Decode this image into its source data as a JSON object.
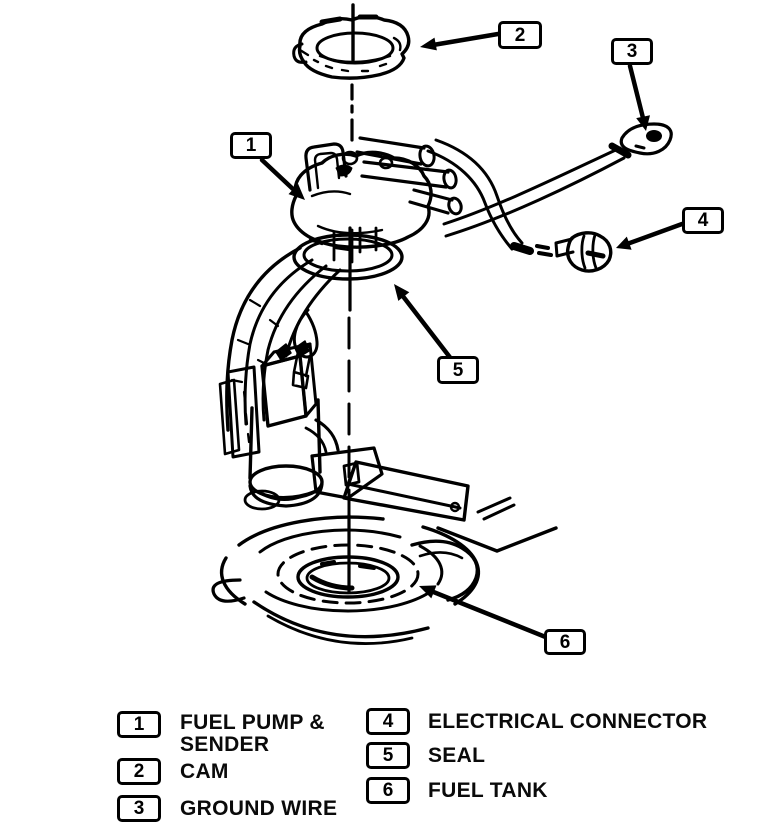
{
  "figure": {
    "subject": "Fuel pump and sender assembly installed in fuel tank - exploded parts view",
    "ink_color": "#000000",
    "paper_color": "#ffffff"
  },
  "callouts": [
    {
      "num": "1",
      "part": "fuel-pump-and-sender"
    },
    {
      "num": "2",
      "part": "cam"
    },
    {
      "num": "3",
      "part": "ground-wire"
    },
    {
      "num": "4",
      "part": "electrical-connector"
    },
    {
      "num": "5",
      "part": "seal"
    },
    {
      "num": "6",
      "part": "fuel-tank"
    }
  ],
  "legend": {
    "items": [
      {
        "num": "1",
        "lines": [
          "FUEL PUMP &",
          "SENDER"
        ]
      },
      {
        "num": "2",
        "lines": [
          "CAM"
        ]
      },
      {
        "num": "3",
        "lines": [
          "GROUND WIRE"
        ]
      },
      {
        "num": "4",
        "lines": [
          "ELECTRICAL CONNECTOR"
        ]
      },
      {
        "num": "5",
        "lines": [
          "SEAL"
        ]
      },
      {
        "num": "6",
        "lines": [
          "FUEL TANK"
        ]
      }
    ]
  }
}
